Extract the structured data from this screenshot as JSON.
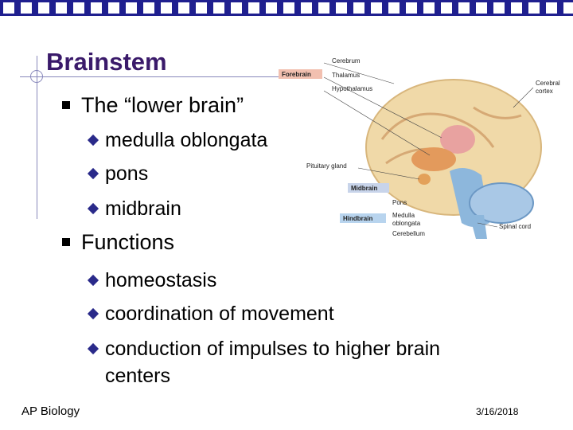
{
  "slide": {
    "title": "Brainstem",
    "bullet1": "The “lower brain”",
    "sub1": [
      "medulla oblongata",
      "pons",
      "midbrain"
    ],
    "bullet2": "Functions",
    "sub2": [
      "homeostasis",
      "coordination of movement",
      "conduction of impulses to higher brain",
      "centers"
    ]
  },
  "figure": {
    "forebrain": "Forebrain",
    "midbrain": "Midbrain",
    "hindbrain": "Hindbrain",
    "cerebrum": "Cerebrum",
    "thalamus": "Thalamus",
    "hypothalamus": "Hypothalamus",
    "cerebral": "Cerebral",
    "cortex": "cortex",
    "pituitary": "Pituitary gland",
    "pons": "Pons",
    "medulla": "Medulla",
    "oblongata": "oblongata",
    "cerebellum": "Cerebellum",
    "spinal": "Spinal cord"
  },
  "footer": {
    "left": "AP Biology",
    "date": "3/16/2018"
  }
}
